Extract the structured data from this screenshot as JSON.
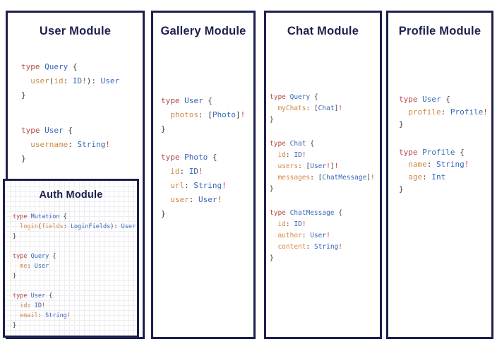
{
  "palette": {
    "navy": "#1d1f4e",
    "keyword": "#b34a48",
    "type_name": "#3968b7",
    "field": "#d28a45",
    "bang": "#cf3f3c",
    "punct": "#3d3d3d",
    "grid": "#ededf2"
  },
  "panels": [
    {
      "id": "user",
      "title": "User Module",
      "blocks": [
        [
          [
            [
              "kw",
              "type "
            ],
            [
              "ty",
              "Query "
            ],
            [
              "pu",
              "{"
            ]
          ],
          [
            [
              "pu",
              "  "
            ],
            [
              "fd",
              "user"
            ],
            [
              "pu",
              "("
            ],
            [
              "fd",
              "id"
            ],
            [
              "pu",
              ": "
            ],
            [
              "ty",
              "ID"
            ],
            [
              "bg",
              "!"
            ],
            [
              "pu",
              "): "
            ],
            [
              "ty",
              "User"
            ]
          ],
          [
            [
              "pu",
              "}"
            ]
          ]
        ],
        [
          [
            [
              "kw",
              "type "
            ],
            [
              "ty",
              "User "
            ],
            [
              "pu",
              "{"
            ]
          ],
          [
            [
              "pu",
              "  "
            ],
            [
              "fd",
              "username"
            ],
            [
              "pu",
              ": "
            ],
            [
              "ty",
              "String"
            ],
            [
              "bg",
              "!"
            ]
          ],
          [
            [
              "pu",
              "}"
            ]
          ]
        ]
      ]
    },
    {
      "id": "auth",
      "title": "Auth Module",
      "blocks": [
        [
          [
            [
              "kw",
              "type "
            ],
            [
              "ty",
              "Mutation "
            ],
            [
              "pu",
              "{"
            ]
          ],
          [
            [
              "pu",
              "  "
            ],
            [
              "fd",
              "login"
            ],
            [
              "pu",
              "("
            ],
            [
              "fd",
              "fields"
            ],
            [
              "pu",
              ": "
            ],
            [
              "ty",
              "LoginFields"
            ],
            [
              "pu",
              "): "
            ],
            [
              "ty",
              "User"
            ]
          ],
          [
            [
              "pu",
              "}"
            ]
          ]
        ],
        [
          [
            [
              "kw",
              "type "
            ],
            [
              "ty",
              "Query "
            ],
            [
              "pu",
              "{"
            ]
          ],
          [
            [
              "pu",
              "  "
            ],
            [
              "fd",
              "me"
            ],
            [
              "pu",
              ": "
            ],
            [
              "ty",
              "User"
            ]
          ],
          [
            [
              "pu",
              "}"
            ]
          ]
        ],
        [
          [
            [
              "kw",
              "type "
            ],
            [
              "ty",
              "User "
            ],
            [
              "pu",
              "{"
            ]
          ],
          [
            [
              "pu",
              "  "
            ],
            [
              "fd",
              "id"
            ],
            [
              "pu",
              ": "
            ],
            [
              "ty",
              "ID"
            ],
            [
              "bg",
              "!"
            ]
          ],
          [
            [
              "pu",
              "  "
            ],
            [
              "fd",
              "email"
            ],
            [
              "pu",
              ": "
            ],
            [
              "ty",
              "String"
            ],
            [
              "bg",
              "!"
            ]
          ],
          [
            [
              "pu",
              "}"
            ]
          ]
        ]
      ]
    },
    {
      "id": "gallery",
      "title": "Gallery Module",
      "blocks": [
        [
          [
            [
              "kw",
              "type "
            ],
            [
              "ty",
              "User "
            ],
            [
              "pu",
              "{"
            ]
          ],
          [
            [
              "pu",
              "  "
            ],
            [
              "fd",
              "photos"
            ],
            [
              "pu",
              ": ["
            ],
            [
              "ty",
              "Photo"
            ],
            [
              "pu",
              "]"
            ],
            [
              "bg",
              "!"
            ]
          ],
          [
            [
              "pu",
              "}"
            ]
          ]
        ],
        [
          [
            [
              "kw",
              "type "
            ],
            [
              "ty",
              "Photo "
            ],
            [
              "pu",
              "{"
            ]
          ],
          [
            [
              "pu",
              "  "
            ],
            [
              "fd",
              "id"
            ],
            [
              "pu",
              ": "
            ],
            [
              "ty",
              "ID"
            ],
            [
              "bg",
              "!"
            ]
          ],
          [
            [
              "pu",
              "  "
            ],
            [
              "fd",
              "url"
            ],
            [
              "pu",
              ": "
            ],
            [
              "ty",
              "String"
            ],
            [
              "bg",
              "!"
            ]
          ],
          [
            [
              "pu",
              "  "
            ],
            [
              "fd",
              "user"
            ],
            [
              "pu",
              ": "
            ],
            [
              "ty",
              "User"
            ],
            [
              "bg",
              "!"
            ]
          ],
          [
            [
              "pu",
              "}"
            ]
          ]
        ]
      ]
    },
    {
      "id": "chat",
      "title": "Chat Module",
      "blocks": [
        [
          [
            [
              "kw",
              "type "
            ],
            [
              "ty",
              "Query "
            ],
            [
              "pu",
              "{"
            ]
          ],
          [
            [
              "pu",
              "  "
            ],
            [
              "fd",
              "myChats"
            ],
            [
              "pu",
              ": ["
            ],
            [
              "ty",
              "Chat"
            ],
            [
              "pu",
              "]"
            ],
            [
              "bg",
              "!"
            ]
          ],
          [
            [
              "pu",
              "}"
            ]
          ]
        ],
        [
          [
            [
              "kw",
              "type "
            ],
            [
              "ty",
              "Chat "
            ],
            [
              "pu",
              "{"
            ]
          ],
          [
            [
              "pu",
              "  "
            ],
            [
              "fd",
              "id"
            ],
            [
              "pu",
              ": "
            ],
            [
              "ty",
              "ID"
            ],
            [
              "bg",
              "!"
            ]
          ],
          [
            [
              "pu",
              "  "
            ],
            [
              "fd",
              "users"
            ],
            [
              "pu",
              ": ["
            ],
            [
              "ty",
              "User"
            ],
            [
              "bg",
              "!"
            ],
            [
              "pu",
              "]"
            ],
            [
              "bg",
              "!"
            ]
          ],
          [
            [
              "pu",
              "  "
            ],
            [
              "fd",
              "messages"
            ],
            [
              "pu",
              ": ["
            ],
            [
              "ty",
              "ChatMessage"
            ],
            [
              "pu",
              "]"
            ],
            [
              "bg",
              "!"
            ]
          ],
          [
            [
              "pu",
              "}"
            ]
          ]
        ],
        [
          [
            [
              "kw",
              "type "
            ],
            [
              "ty",
              "ChatMessage "
            ],
            [
              "pu",
              "{"
            ]
          ],
          [
            [
              "pu",
              "  "
            ],
            [
              "fd",
              "id"
            ],
            [
              "pu",
              ": "
            ],
            [
              "ty",
              "ID"
            ],
            [
              "bg",
              "!"
            ]
          ],
          [
            [
              "pu",
              "  "
            ],
            [
              "fd",
              "author"
            ],
            [
              "pu",
              ": "
            ],
            [
              "ty",
              "User"
            ],
            [
              "bg",
              "!"
            ]
          ],
          [
            [
              "pu",
              "  "
            ],
            [
              "fd",
              "content"
            ],
            [
              "pu",
              ": "
            ],
            [
              "ty",
              "String"
            ],
            [
              "bg",
              "!"
            ]
          ],
          [
            [
              "pu",
              "}"
            ]
          ]
        ]
      ]
    },
    {
      "id": "profile",
      "title": "Profile Module",
      "blocks": [
        [
          [
            [
              "kw",
              "type "
            ],
            [
              "ty",
              "User "
            ],
            [
              "pu",
              "{"
            ]
          ],
          [
            [
              "pu",
              "  "
            ],
            [
              "fd",
              "profile"
            ],
            [
              "pu",
              ": "
            ],
            [
              "ty",
              "Profile"
            ],
            [
              "bg",
              "!"
            ]
          ],
          [
            [
              "pu",
              "}"
            ]
          ]
        ],
        [
          [
            [
              "kw",
              "type "
            ],
            [
              "ty",
              "Profile "
            ],
            [
              "pu",
              "{"
            ]
          ],
          [
            [
              "pu",
              "  "
            ],
            [
              "fd",
              "name"
            ],
            [
              "pu",
              ": "
            ],
            [
              "ty",
              "String"
            ],
            [
              "bg",
              "!"
            ]
          ],
          [
            [
              "pu",
              "  "
            ],
            [
              "fd",
              "age"
            ],
            [
              "pu",
              ": "
            ],
            [
              "ty",
              "Int"
            ]
          ],
          [
            [
              "pu",
              "}"
            ]
          ]
        ]
      ]
    }
  ]
}
